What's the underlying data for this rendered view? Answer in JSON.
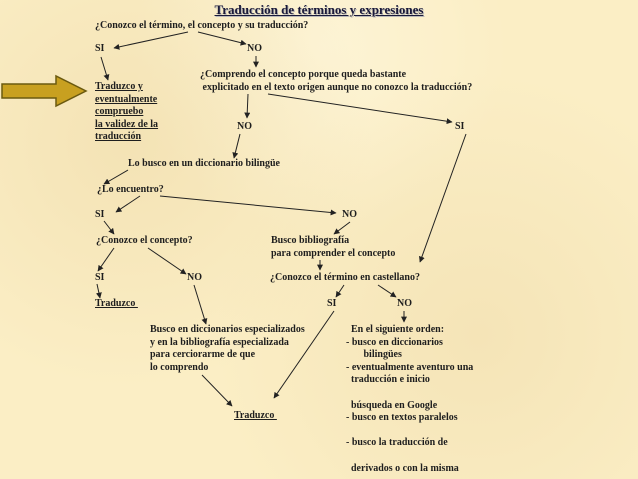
{
  "title": "Traducción de términos y expresiones",
  "nodes": {
    "q1": "¿Conozco el término, el concepto y su traducción?",
    "si1": "SI",
    "no1": "NO",
    "traduzco_verify": "Traduzco y\neventualmente\ncompruebo\nla validez de la\ntraducción",
    "q2": "¿Comprendo el concepto porque queda bastante\n explicitado en el texto origen aunque no conozco la traducción?",
    "no2": "NO",
    "si2": "SI",
    "bilingual": "Lo busco en un diccionario bilingüe",
    "q3": "¿Lo encuentro?",
    "si3": "SI",
    "no3": "NO",
    "q4": "¿Conozco el concepto?",
    "biblio": "Busco bibliografía\npara comprender el concepto",
    "si4": "SI",
    "no4": "NO",
    "q5": "¿Conozco el término en castellano?",
    "traduzco1": "Traduzco ",
    "si5": "SI",
    "no5": "NO",
    "specialized": "Busco en diccionarios especializados\ny en la bibliografía especializada\npara cerciorarme de que\nlo comprendo",
    "order": "  En el siguiente orden:\n- busco en diccionarios\n       bilingües\n- eventualmente aventuro una\n  traducción e inicio\n\n  búsqueda en Google\n- busco en textos paralelos\n\n- busco la traducción de\n\n  derivados o con la misma ",
    "traduzco2": "Traduzco "
  },
  "colors": {
    "background": "#fbeec5",
    "pointer_arrow": "#c8a020",
    "pointer_arrow_border": "#6b5a10",
    "line": "#222222"
  },
  "icons": {
    "pointer": "right-arrow-icon"
  }
}
